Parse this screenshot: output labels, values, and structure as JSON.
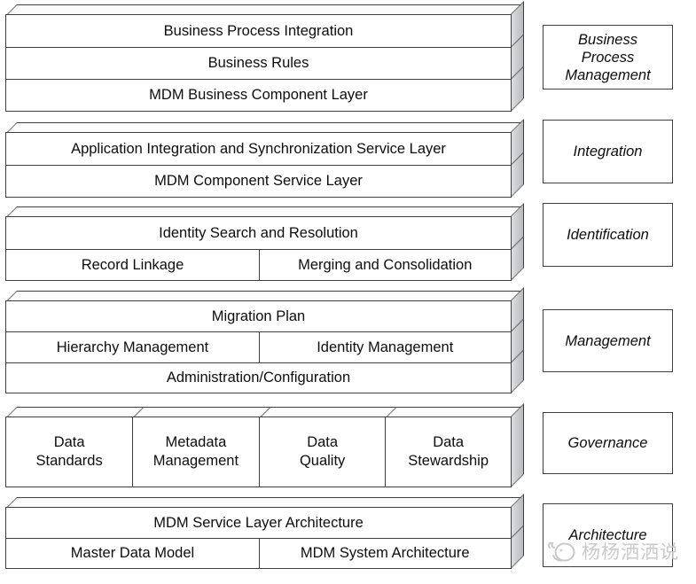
{
  "diagram": {
    "groups": [
      {
        "label": "Business\nProcess\nManagement",
        "rows": [
          {
            "cells": [
              {
                "text": "Business Process Integration"
              }
            ]
          },
          {
            "cells": [
              {
                "text": "Business Rules"
              }
            ]
          },
          {
            "cells": [
              {
                "text": "MDM Business Component Layer"
              }
            ]
          }
        ]
      },
      {
        "label": "Integration",
        "rows": [
          {
            "cells": [
              {
                "text": "Application Integration and Synchronization Service Layer"
              }
            ]
          },
          {
            "cells": [
              {
                "text": "MDM Component Service Layer"
              }
            ]
          }
        ]
      },
      {
        "label": "Identification",
        "rows": [
          {
            "cells": [
              {
                "text": "Identity Search and Resolution"
              }
            ]
          },
          {
            "cells": [
              {
                "text": "Record Linkage"
              },
              {
                "text": "Merging and Consolidation"
              }
            ]
          }
        ]
      },
      {
        "label": "Management",
        "rows": [
          {
            "cells": [
              {
                "text": "Migration Plan"
              }
            ]
          },
          {
            "cells": [
              {
                "text": "Hierarchy Management"
              },
              {
                "text": "Identity Management"
              }
            ]
          },
          {
            "cells": [
              {
                "text": "Administration/Configuration"
              }
            ]
          }
        ]
      },
      {
        "label": "Governance",
        "rows": [
          {
            "cells": [
              {
                "text": "Data\nStandards"
              },
              {
                "text": "Metadata\nManagement"
              },
              {
                "text": "Data\nQuality"
              },
              {
                "text": "Data\nStewardship"
              }
            ]
          }
        ]
      },
      {
        "label": "Architecture",
        "rows": [
          {
            "cells": [
              {
                "text": "MDM Service Layer Architecture"
              }
            ]
          },
          {
            "cells": [
              {
                "text": "Master Data Model"
              },
              {
                "text": "MDM System Architecture"
              }
            ]
          }
        ]
      }
    ],
    "watermark": {
      "text": "杨杨洒洒说"
    }
  },
  "colors": {
    "background": "#ffffff",
    "border": "#3e3e3e",
    "text": "#0d0d0d",
    "top_face": "#fbfbfb",
    "side_face_light": "#dcdfe1",
    "side_face_dark": "#b7bbbe",
    "watermark": "#c9c9c9"
  }
}
